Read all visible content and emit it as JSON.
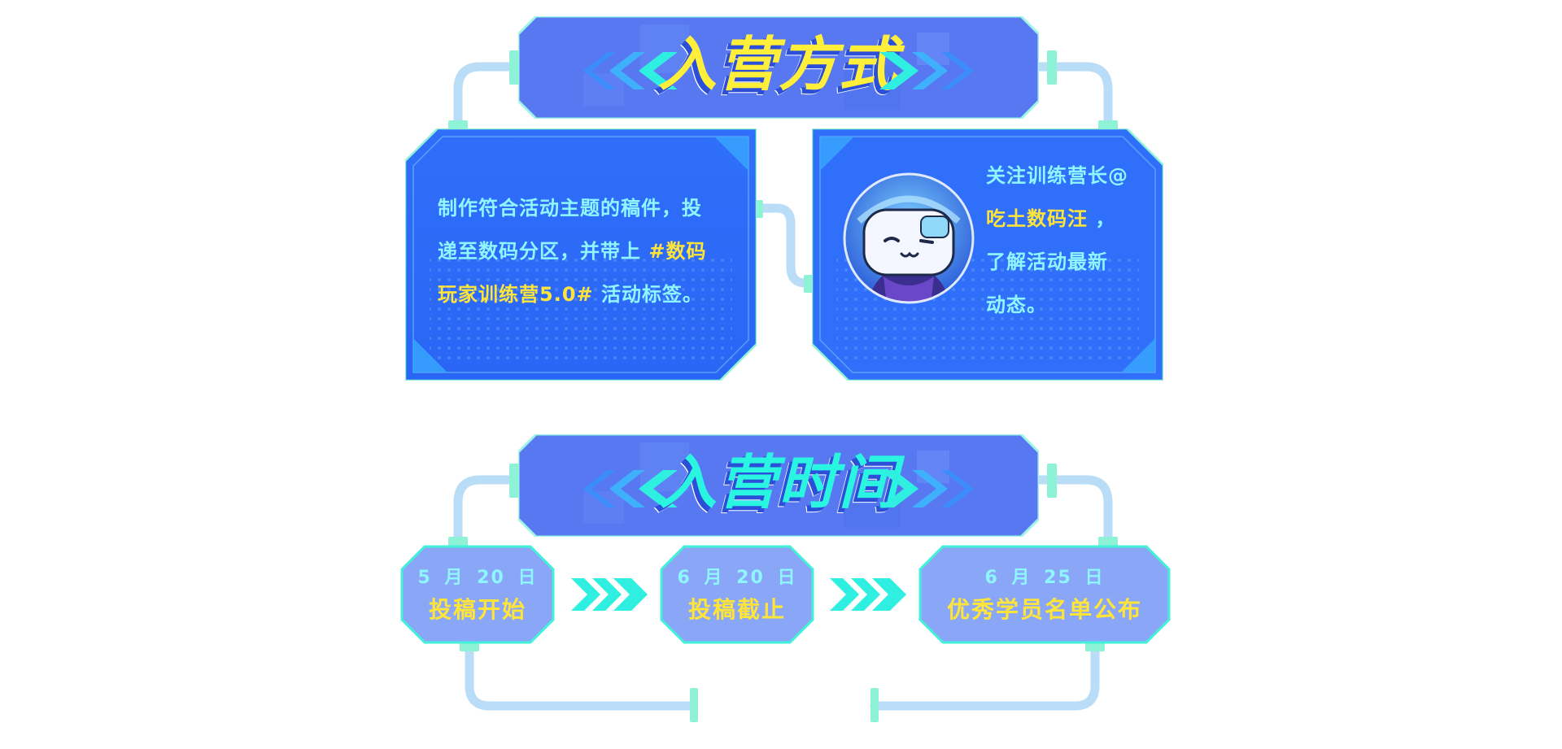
{
  "sections": {
    "method": {
      "title": "入营方式"
    },
    "time": {
      "title": "入营时间"
    }
  },
  "method_cards": {
    "left": {
      "line1": "制作符合活动主题的稿件，投",
      "line2_a": "递至数码分区，并带上 ",
      "line2_b": "#数码",
      "line3_a": "玩家训练营5.0#",
      "line3_b": " 活动标签。"
    },
    "right": {
      "line1": "关注训练营长@",
      "line2_a": "吃土数码汪",
      "line2_b": " ，",
      "line3": "了解活动最新",
      "line4": "动态。",
      "avatar_icon": "tv-mascot-avatar-icon"
    }
  },
  "timeline": [
    {
      "date": "5 月 20 日",
      "label": "投稿开始"
    },
    {
      "date": "6 月 20 日",
      "label": "投稿截止"
    },
    {
      "date": "6 月 25 日",
      "label": "优秀学员名单公布"
    }
  ],
  "colors": {
    "banner": "#5878f2",
    "card": "#2f6ff9",
    "pipe": "#b9dcf7",
    "pipe_joint": "#8ef3d6",
    "node": "#8aa7f7",
    "node_border": "#43f1d8",
    "highlight": "#ffe43a",
    "text_cyan": "#8ff6ff"
  }
}
